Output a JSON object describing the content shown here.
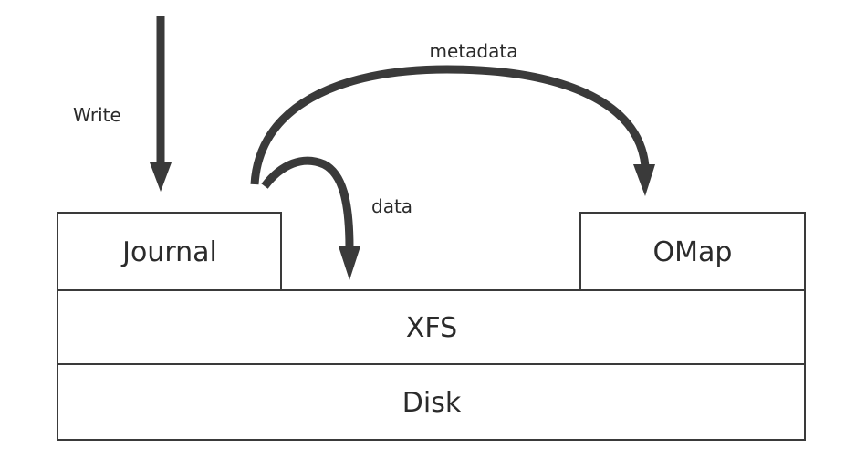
{
  "diagram": {
    "boxes": {
      "journal": "Journal",
      "omap": "OMap",
      "xfs": "XFS",
      "disk": "Disk"
    },
    "edges": {
      "write": "Write",
      "data": "data",
      "metadata": "metadata"
    }
  }
}
